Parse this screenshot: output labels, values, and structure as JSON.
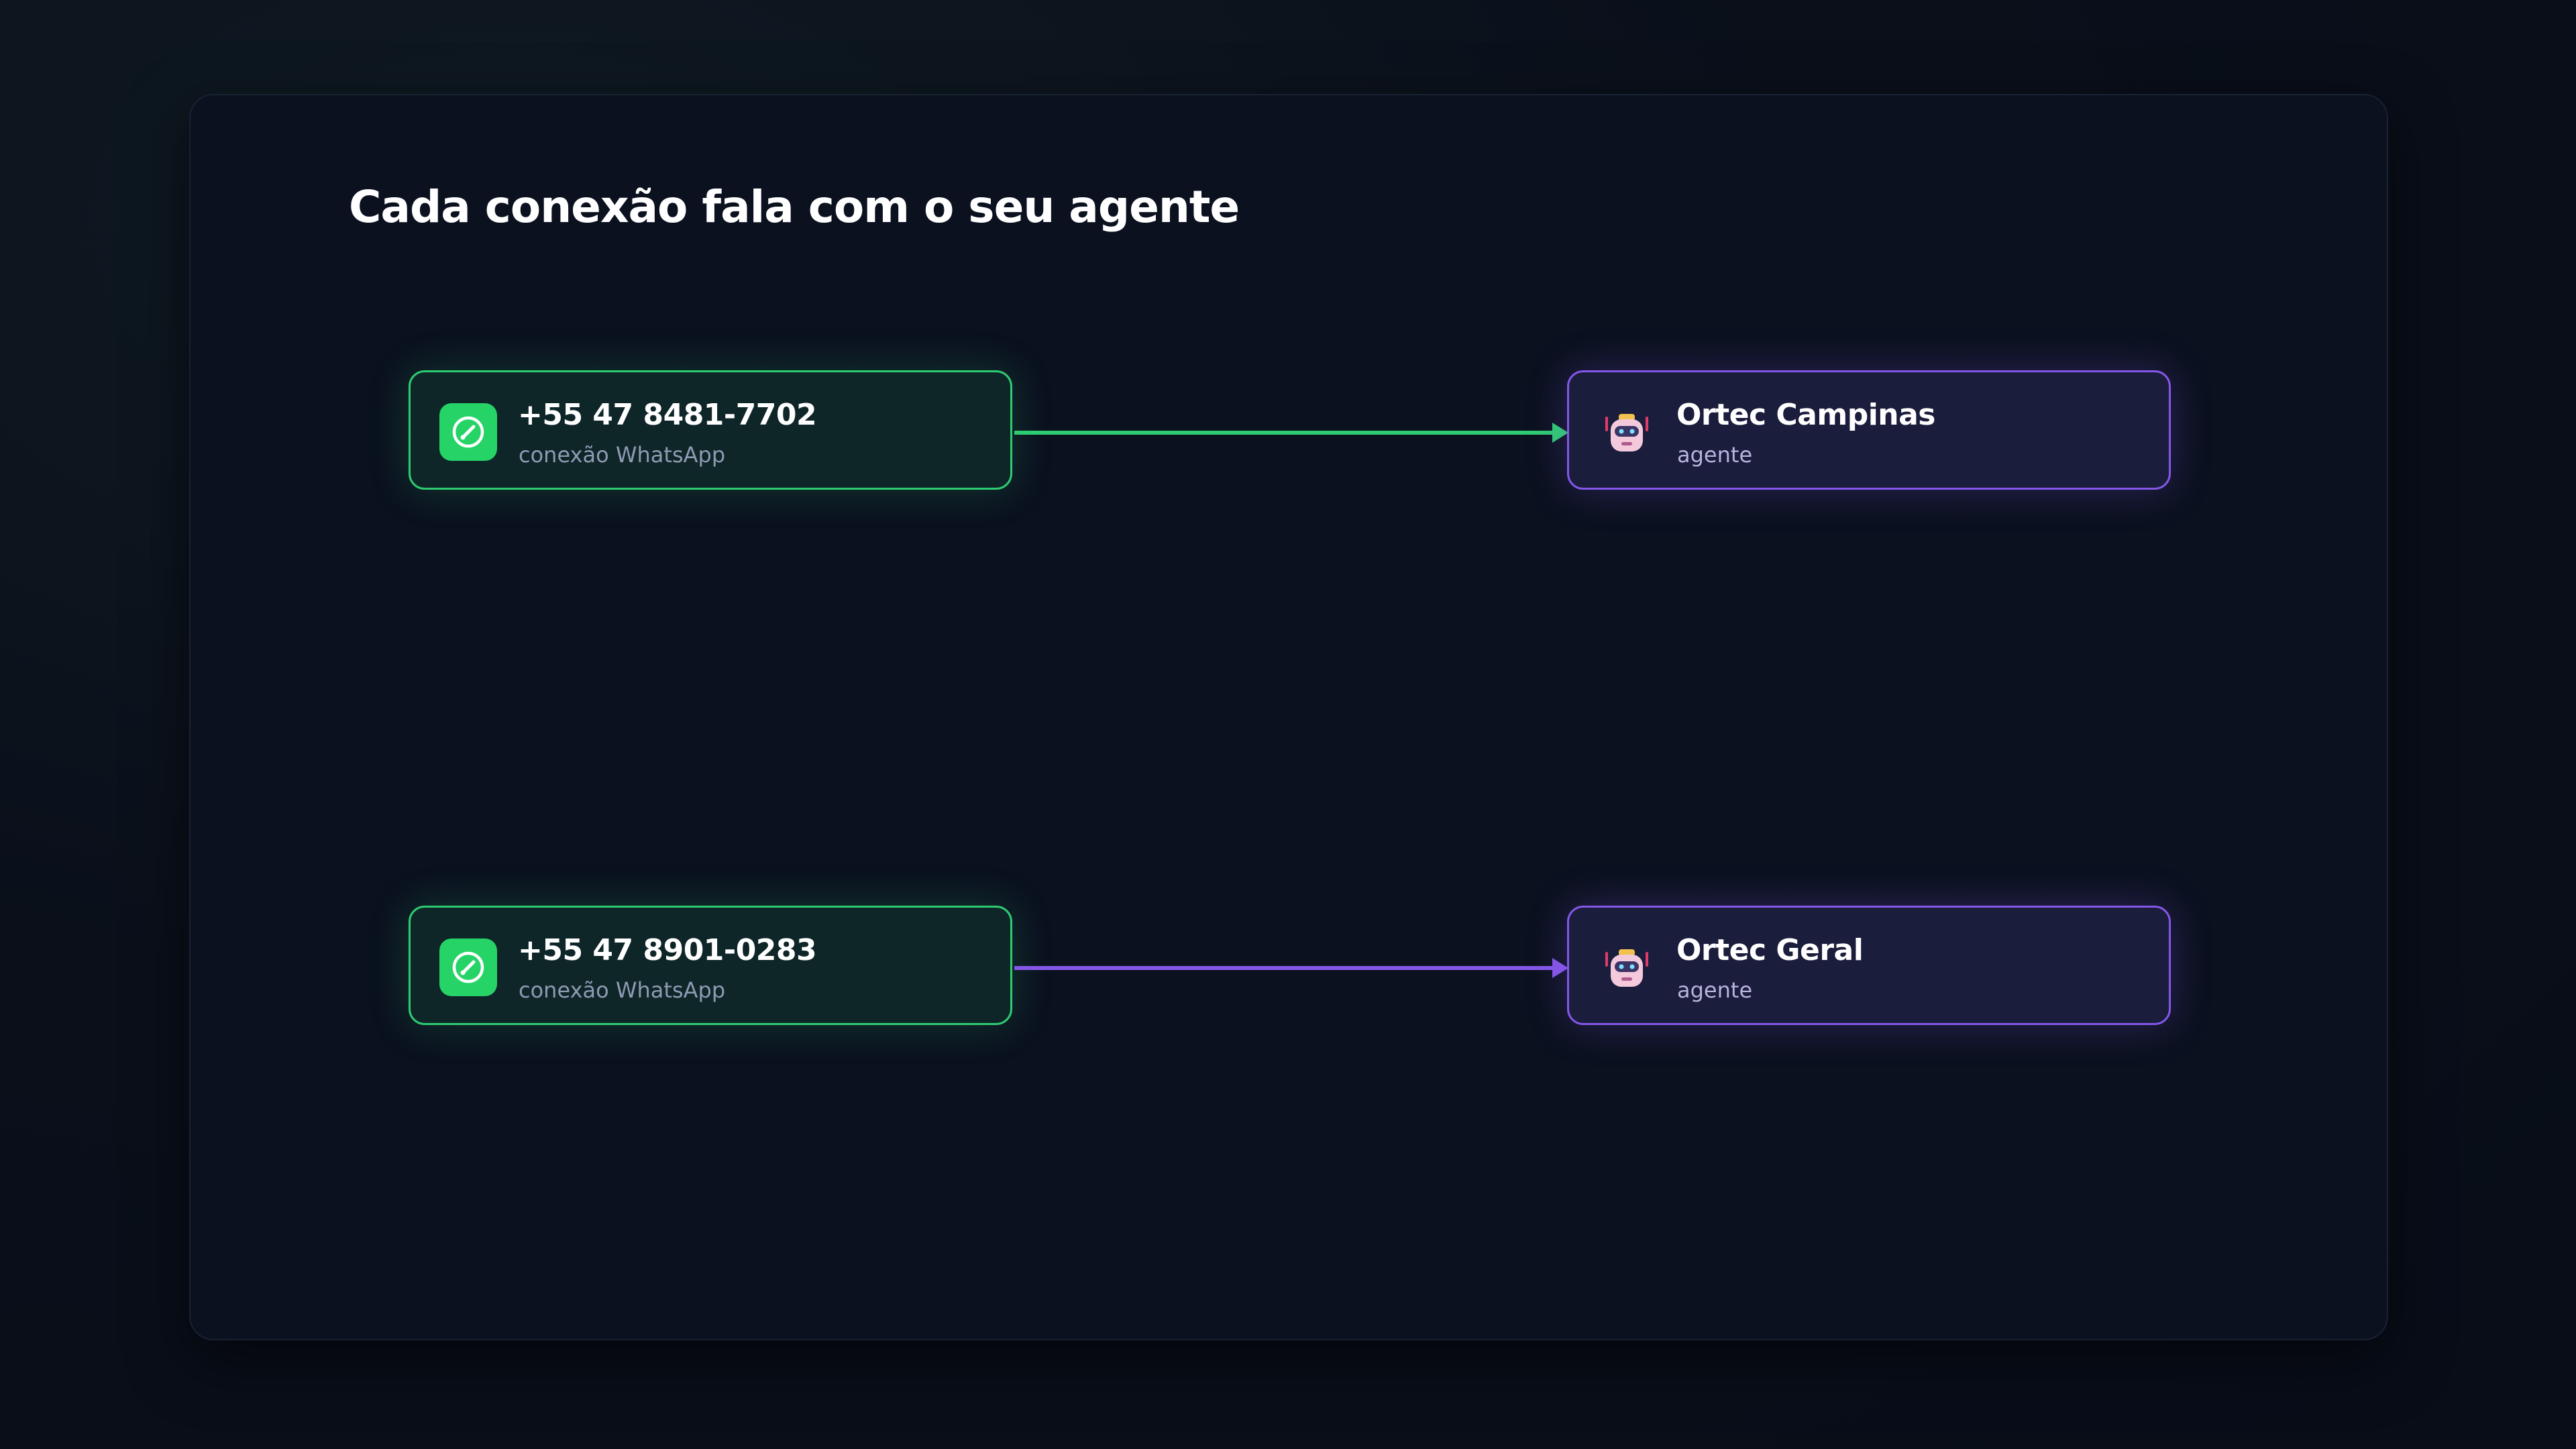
{
  "diagram": {
    "title": "Cada conexão fala com o seu agente",
    "colors": {
      "whatsapp_green": "#25d366",
      "connection_border": "#2ecc71",
      "agent_border": "#8457e8",
      "background": "#0b111f"
    },
    "connections": [
      {
        "number": "+55 47 8481-7702",
        "type_label": "conexão WhatsApp",
        "icon": "whatsapp-icon",
        "link_color": "green"
      },
      {
        "number": "+55 47 8901-0283",
        "type_label": "conexão WhatsApp",
        "icon": "whatsapp-icon",
        "link_color": "purple"
      }
    ],
    "agents": [
      {
        "name": "Ortec Campinas",
        "type_label": "agente",
        "icon": "robot-icon"
      },
      {
        "name": "Ortec Geral",
        "type_label": "agente",
        "icon": "robot-icon"
      }
    ],
    "links": [
      {
        "from": "+55 47 8481-7702",
        "to": "Ortec Campinas"
      },
      {
        "from": "+55 47 8901-0283",
        "to": "Ortec Geral"
      }
    ]
  }
}
